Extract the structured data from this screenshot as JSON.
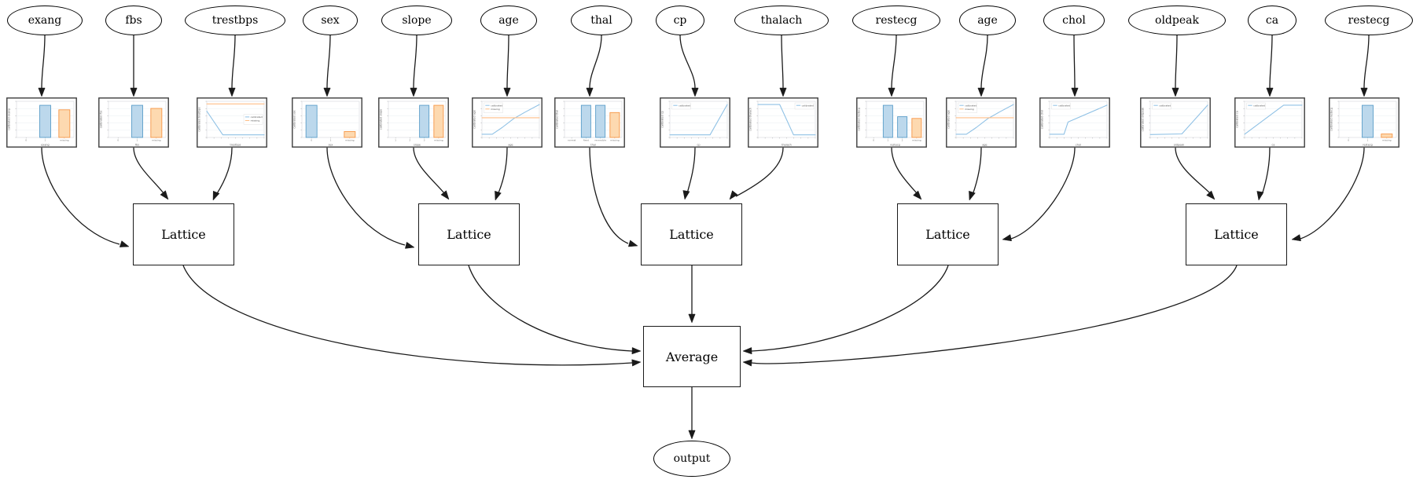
{
  "diagram": {
    "features": [
      {
        "label": "exang"
      },
      {
        "label": "fbs"
      },
      {
        "label": "trestbps"
      },
      {
        "label": "sex"
      },
      {
        "label": "slope"
      },
      {
        "label": "age"
      },
      {
        "label": "thal"
      },
      {
        "label": "cp"
      },
      {
        "label": "thalach"
      },
      {
        "label": "restecg"
      },
      {
        "label": "age"
      },
      {
        "label": "chol"
      },
      {
        "label": "oldpeak"
      },
      {
        "label": "ca"
      },
      {
        "label": "restecg"
      }
    ],
    "lattices": [
      {
        "label": "Lattice",
        "inputs": [
          "exang",
          "fbs",
          "trestbps"
        ]
      },
      {
        "label": "Lattice",
        "inputs": [
          "sex",
          "slope",
          "age"
        ]
      },
      {
        "label": "Lattice",
        "inputs": [
          "thal",
          "cp",
          "thalach"
        ]
      },
      {
        "label": "Lattice",
        "inputs": [
          "restecg",
          "age",
          "chol"
        ]
      },
      {
        "label": "Lattice",
        "inputs": [
          "oldpeak",
          "ca",
          "restecg"
        ]
      }
    ],
    "average": {
      "label": "Average"
    },
    "output": {
      "label": "output"
    }
  },
  "colors": {
    "calibrated_line": "#8fc1e5",
    "missing_line": "#ffbe86",
    "bar_blue_fill": "#bcd8ec",
    "bar_blue_stroke": "#5b9ec9",
    "bar_orange_fill": "#fdd9b0",
    "bar_orange_stroke": "#f79646",
    "edge": "#1a1a1a"
  },
  "chart_data": [
    {
      "type": "bar",
      "feature": "exang",
      "xlabel": "exang",
      "ylabel": "calibrated exang",
      "legend": null,
      "categories": [
        "0",
        "1",
        "missing"
      ],
      "values": [
        0,
        0.93,
        0.8
      ],
      "bar_colors": [
        "blue",
        "blue",
        "orange"
      ]
    },
    {
      "type": "bar",
      "feature": "fbs",
      "xlabel": "fbs",
      "ylabel": "calibrated fbs",
      "legend": null,
      "categories": [
        "0",
        "1",
        "missing"
      ],
      "values": [
        0,
        0.93,
        0.84
      ],
      "bar_colors": [
        "blue",
        "blue",
        "orange"
      ]
    },
    {
      "type": "line",
      "feature": "trestbps",
      "xlabel": "trestbps",
      "ylabel": "calibrated trestbps",
      "legend": [
        {
          "label": "calibrated",
          "color": "blue"
        },
        {
          "label": "missing",
          "color": "orange"
        }
      ],
      "legend_pos": "r",
      "series": [
        {
          "name": "calibrated",
          "color": "blue",
          "points": [
            [
              0,
              0.75
            ],
            [
              0.28,
              0.03
            ],
            [
              1,
              0.03
            ]
          ]
        },
        {
          "name": "missing",
          "color": "orange",
          "points": [
            [
              0,
              0.97
            ],
            [
              1,
              0.97
            ]
          ]
        }
      ]
    },
    {
      "type": "bar",
      "feature": "sex",
      "xlabel": "sex",
      "ylabel": "calibrated sex",
      "legend": null,
      "categories": [
        "0",
        "1",
        "missing"
      ],
      "values": [
        0.93,
        0,
        0.17
      ],
      "bar_colors": [
        "blue",
        "blue",
        "orange"
      ]
    },
    {
      "type": "bar",
      "feature": "slope",
      "xlabel": "slope",
      "ylabel": "calibrated slope",
      "legend": null,
      "categories": [
        "1",
        "2",
        "3",
        "missing"
      ],
      "values": [
        0,
        0,
        0.93,
        0.93
      ],
      "bar_colors": [
        "blue",
        "blue",
        "blue",
        "orange"
      ]
    },
    {
      "type": "line",
      "feature": "age",
      "xlabel": "age",
      "ylabel": "calibrated age",
      "legend": [
        {
          "label": "calibrated",
          "color": "blue"
        },
        {
          "label": "missing",
          "color": "orange"
        }
      ],
      "legend_pos": "tl",
      "series": [
        {
          "name": "calibrated",
          "color": "blue",
          "points": [
            [
              0,
              0.05
            ],
            [
              0.18,
              0.05
            ],
            [
              0.35,
              0.25
            ],
            [
              0.55,
              0.52
            ],
            [
              0.75,
              0.72
            ],
            [
              1,
              0.95
            ]
          ]
        },
        {
          "name": "missing",
          "color": "orange",
          "points": [
            [
              0,
              0.55
            ],
            [
              1,
              0.55
            ]
          ]
        }
      ]
    },
    {
      "type": "bar",
      "feature": "thal",
      "xlabel": "thal",
      "ylabel": "calibrated thal",
      "legend": null,
      "categories": [
        "normal",
        "fixed",
        "reversible",
        "missing"
      ],
      "values": [
        0,
        0.93,
        0.93,
        0.72
      ],
      "bar_colors": [
        "blue",
        "blue",
        "blue",
        "orange"
      ]
    },
    {
      "type": "line",
      "feature": "cp",
      "xlabel": "cp",
      "ylabel": "calibrated cp",
      "legend": [
        {
          "label": "calibrated",
          "color": "blue"
        }
      ],
      "legend_pos": "tl",
      "series": [
        {
          "name": "calibrated",
          "color": "blue",
          "points": [
            [
              0,
              0.03
            ],
            [
              0.7,
              0.03
            ],
            [
              1,
              0.95
            ]
          ]
        }
      ]
    },
    {
      "type": "line",
      "feature": "thalach",
      "xlabel": "thalach",
      "ylabel": "calibrated thalach",
      "legend": [
        {
          "label": "calibrated",
          "color": "blue"
        }
      ],
      "legend_pos": "tr",
      "series": [
        {
          "name": "calibrated",
          "color": "blue",
          "points": [
            [
              0,
              0.95
            ],
            [
              0.38,
              0.95
            ],
            [
              0.62,
              0.03
            ],
            [
              1,
              0.03
            ]
          ]
        }
      ]
    },
    {
      "type": "bar",
      "feature": "restecg",
      "xlabel": "restecg",
      "ylabel": "calibrated restecg",
      "legend": null,
      "categories": [
        "0",
        "1",
        "2",
        "missing"
      ],
      "values": [
        0,
        0.93,
        0.6,
        0.55
      ],
      "bar_colors": [
        "blue",
        "blue",
        "blue",
        "orange"
      ]
    },
    {
      "type": "line",
      "feature": "age",
      "xlabel": "age",
      "ylabel": "calibrated age",
      "legend": [
        {
          "label": "calibrated",
          "color": "blue"
        },
        {
          "label": "missing",
          "color": "orange"
        }
      ],
      "legend_pos": "tl",
      "series": [
        {
          "name": "calibrated",
          "color": "blue",
          "points": [
            [
              0,
              0.05
            ],
            [
              0.18,
              0.05
            ],
            [
              0.35,
              0.25
            ],
            [
              0.55,
              0.52
            ],
            [
              0.75,
              0.72
            ],
            [
              1,
              0.95
            ]
          ]
        },
        {
          "name": "missing",
          "color": "orange",
          "points": [
            [
              0,
              0.55
            ],
            [
              1,
              0.55
            ]
          ]
        }
      ]
    },
    {
      "type": "line",
      "feature": "chol",
      "xlabel": "chol",
      "ylabel": "calibrated chol",
      "legend": [
        {
          "label": "calibrated",
          "color": "blue"
        }
      ],
      "legend_pos": "tl",
      "series": [
        {
          "name": "calibrated",
          "color": "blue",
          "points": [
            [
              0,
              0.05
            ],
            [
              0.25,
              0.05
            ],
            [
              0.32,
              0.42
            ],
            [
              1,
              0.93
            ]
          ]
        }
      ]
    },
    {
      "type": "line",
      "feature": "oldpeak",
      "xlabel": "oldpeak",
      "ylabel": "calibrated oldpeak",
      "legend": [
        {
          "label": "calibrated",
          "color": "blue"
        }
      ],
      "legend_pos": "tl",
      "series": [
        {
          "name": "calibrated",
          "color": "blue",
          "points": [
            [
              0,
              0.04
            ],
            [
              0.55,
              0.06
            ],
            [
              1,
              0.93
            ]
          ]
        }
      ]
    },
    {
      "type": "line",
      "feature": "ca",
      "xlabel": "ca",
      "ylabel": "calibrated ca",
      "legend": [
        {
          "label": "calibrated",
          "color": "blue"
        }
      ],
      "legend_pos": "tl",
      "series": [
        {
          "name": "calibrated",
          "color": "blue",
          "points": [
            [
              0,
              0.05
            ],
            [
              0.68,
              0.93
            ],
            [
              1,
              0.93
            ]
          ]
        }
      ]
    },
    {
      "type": "bar",
      "feature": "restecg",
      "xlabel": "restecg",
      "ylabel": "calibrated restecg",
      "legend": null,
      "categories": [
        "0",
        "1",
        "missing"
      ],
      "values": [
        0,
        0.93,
        0.1
      ],
      "bar_colors": [
        "blue",
        "blue",
        "orange"
      ]
    }
  ]
}
